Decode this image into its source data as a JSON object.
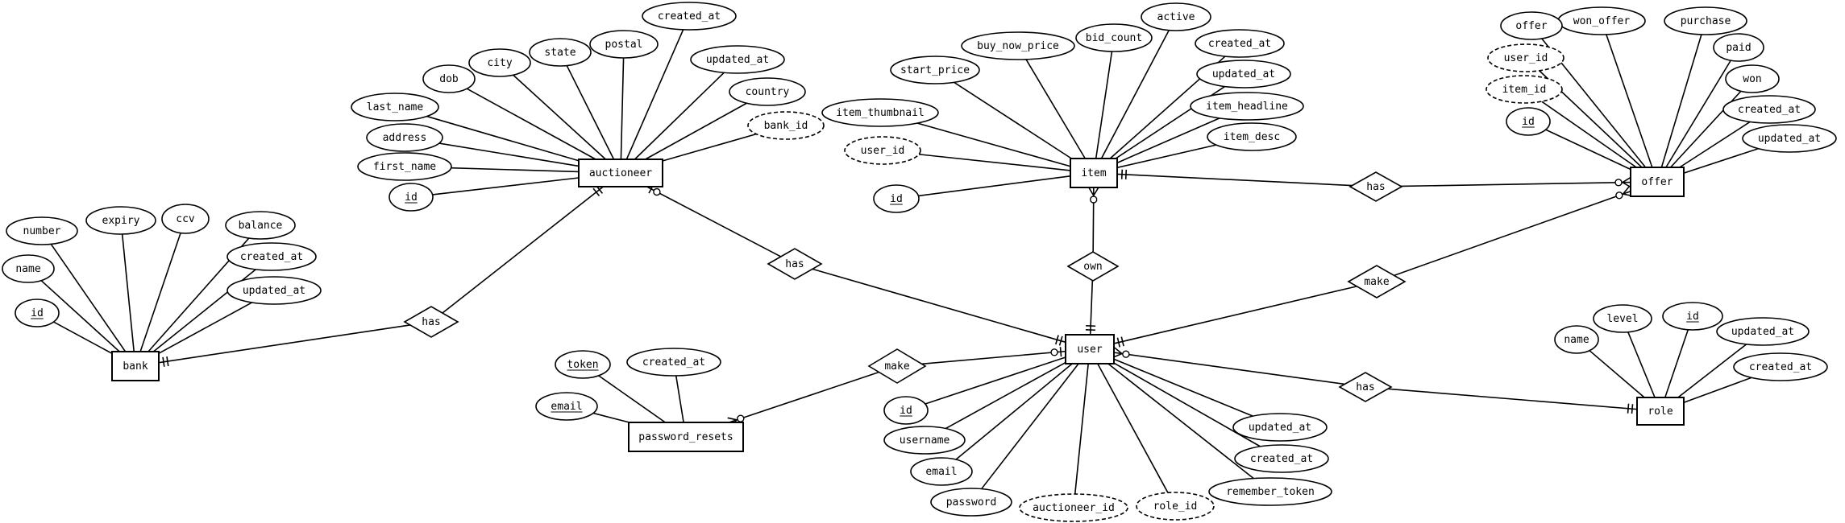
{
  "diagram": {
    "entities": [
      {
        "id": "bank",
        "label": "bank"
      },
      {
        "id": "auctioneer",
        "label": "auctioneer"
      },
      {
        "id": "item",
        "label": "item"
      },
      {
        "id": "offer",
        "label": "offer"
      },
      {
        "id": "user",
        "label": "user"
      },
      {
        "id": "password_resets",
        "label": "password_resets"
      },
      {
        "id": "role",
        "label": "role"
      }
    ],
    "relationships": [
      {
        "id": "bank_auctioneer",
        "label": "has"
      },
      {
        "id": "auctioneer_user",
        "label": "has"
      },
      {
        "id": "item_user",
        "label": "own"
      },
      {
        "id": "item_offer",
        "label": "has"
      },
      {
        "id": "user_offer",
        "label": "make"
      },
      {
        "id": "user_password_resets",
        "label": "make"
      },
      {
        "id": "user_role",
        "label": "has"
      }
    ],
    "attributes": {
      "bank": [
        {
          "label": "number"
        },
        {
          "label": "expiry"
        },
        {
          "label": "ccv"
        },
        {
          "label": "balance"
        },
        {
          "label": "name"
        },
        {
          "label": "created_at"
        },
        {
          "label": "updated_at"
        },
        {
          "label": "id",
          "key": true
        }
      ],
      "auctioneer": [
        {
          "label": "created_at"
        },
        {
          "label": "postal"
        },
        {
          "label": "state"
        },
        {
          "label": "city"
        },
        {
          "label": "updated_at"
        },
        {
          "label": "dob"
        },
        {
          "label": "country"
        },
        {
          "label": "last_name"
        },
        {
          "label": "bank_id",
          "foreign": true
        },
        {
          "label": "address"
        },
        {
          "label": "first_name"
        },
        {
          "label": "id",
          "key": true
        }
      ],
      "item": [
        {
          "label": "active"
        },
        {
          "label": "buy_now_price"
        },
        {
          "label": "bid_count"
        },
        {
          "label": "created_at"
        },
        {
          "label": "start_price"
        },
        {
          "label": "updated_at"
        },
        {
          "label": "item_thumbnail"
        },
        {
          "label": "item_headline"
        },
        {
          "label": "item_desc"
        },
        {
          "label": "user_id",
          "foreign": true
        },
        {
          "label": "id",
          "key": true
        }
      ],
      "offer": [
        {
          "label": "won_offer"
        },
        {
          "label": "offer"
        },
        {
          "label": "purchase"
        },
        {
          "label": "user_id",
          "foreign": true
        },
        {
          "label": "paid"
        },
        {
          "label": "item_id",
          "foreign": true
        },
        {
          "label": "won"
        },
        {
          "label": "created_at"
        },
        {
          "label": "id",
          "key": true
        },
        {
          "label": "updated_at"
        }
      ],
      "user": [
        {
          "label": "id",
          "key": true
        },
        {
          "label": "username"
        },
        {
          "label": "email"
        },
        {
          "label": "password"
        },
        {
          "label": "auctioneer_id",
          "foreign": true
        },
        {
          "label": "role_id",
          "foreign": true
        },
        {
          "label": "remember_token"
        },
        {
          "label": "created_at"
        },
        {
          "label": "updated_at"
        }
      ],
      "password_resets": [
        {
          "label": "token",
          "key": true
        },
        {
          "label": "created_at"
        },
        {
          "label": "email",
          "key": true
        }
      ],
      "role": [
        {
          "label": "name"
        },
        {
          "label": "level"
        },
        {
          "label": "id",
          "key": true
        },
        {
          "label": "updated_at"
        },
        {
          "label": "created_at"
        }
      ]
    }
  }
}
